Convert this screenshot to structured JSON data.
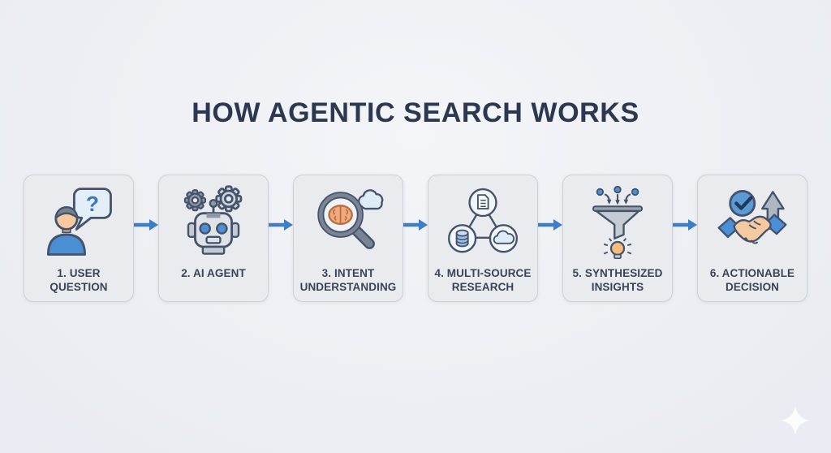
{
  "title": "HOW AGENTIC SEARCH WORKS",
  "steps": [
    {
      "label": "1. USER QUESTION",
      "icon": "user-question-icon"
    },
    {
      "label": "2. AI AGENT",
      "icon": "ai-agent-robot-icon"
    },
    {
      "label": "3. INTENT UNDERSTANDING",
      "icon": "magnifier-brain-icon"
    },
    {
      "label": "4. MULTI-SOURCE RESEARCH",
      "icon": "multi-source-network-icon"
    },
    {
      "label": "5. SYNTHESIZED INSIGHTS",
      "icon": "funnel-lightbulb-icon"
    },
    {
      "label": "6. ACTIONABLE DECISION",
      "icon": "handshake-decision-icon"
    }
  ],
  "colors": {
    "background": "#edeff4",
    "card_background": "#e9ebef",
    "card_border": "#cdd2d9",
    "title_text": "#2b3850",
    "label_text": "#3a4456",
    "arrow_blue": "#3d7ec6",
    "icon_outline": "#44536b",
    "accent_blue": "#4a90d9",
    "light_blue": "#ddecf7",
    "skin_tone": "#f6c9a0",
    "brain_orange": "#f2a97e",
    "bulb_orange": "#f7bd7b",
    "gear_gray": "#8e99a6"
  },
  "watermark": {
    "icon": "sparkle-icon"
  }
}
